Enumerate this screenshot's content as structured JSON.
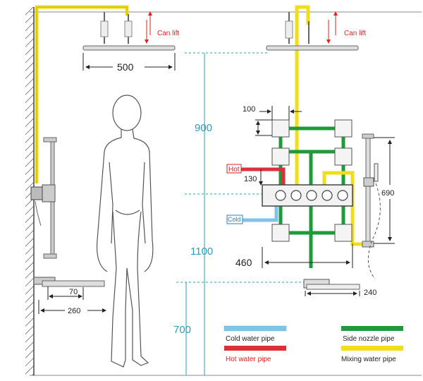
{
  "labels": {
    "can_lift_left": "Can lift",
    "can_lift_right": "Can lift",
    "hot": "Hot",
    "cold": "Cold"
  },
  "dimensions": {
    "shower_head_width": "500",
    "height_900": "900",
    "height_1100": "1100",
    "height_700": "700",
    "nozzle_spacing": "100",
    "hot_offset": "130",
    "valve_width": "460",
    "slide_rail_height": "690",
    "spout_depth": "240",
    "shelf_depth": "70",
    "spout_offset": "260"
  },
  "legend": {
    "cold": "Cold water pipe",
    "hot": "Hot water pipe",
    "side": "Side nozzle pipe",
    "mixing": "Mixing water pipe"
  },
  "colors": {
    "cold": "#7fc4e8",
    "hot": "#d9303a",
    "side": "#1f9a3a",
    "mixing": "#f2dd1b",
    "dimension": "#2a9fb5"
  }
}
